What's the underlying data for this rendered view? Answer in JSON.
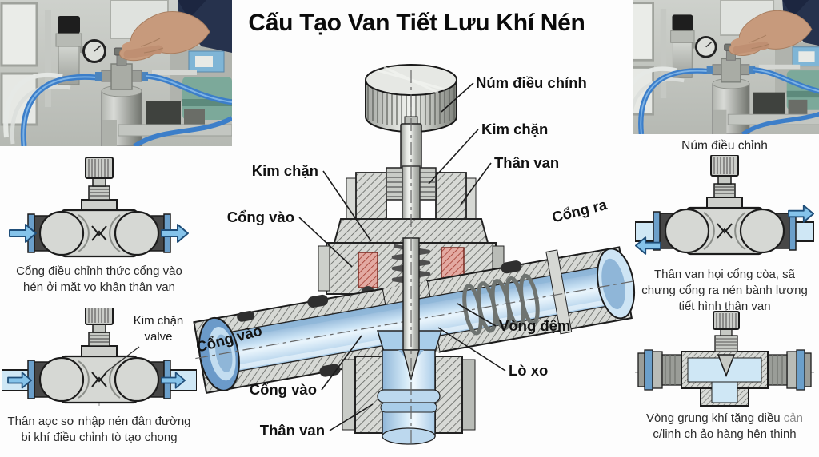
{
  "title": "Cấu Tạo Van Tiết Lưu Khí Nén",
  "center": {
    "labels": {
      "num_dieu_chinh": "Núm điều chỉnh",
      "kim_chan_right": "Kim chặn",
      "than_van_right": "Thân van",
      "cong_ra": "Cổng ra",
      "kim_chan_left": "Kim chặn",
      "cong_vao_left": "Cổng vào",
      "cong_vao_rotated": "Cổng vào",
      "cong_vao_bottom": "Cổng vào",
      "vong_dem": "Vòng đệm",
      "lo_xo": "Lò xo",
      "than_van_bottom": "Thân van"
    }
  },
  "panels": {
    "left_top": {
      "caption": [
        "Cổng điều chỉnh thức cổng vào",
        "hén ởi mặt vọ khận thân van"
      ]
    },
    "left_bottom": {
      "label_line1": "Kim chặn",
      "label_line2": "valve",
      "caption": [
        "Thân aọc sơ nhập nén đân đường",
        "bi khí điều chỉnh tò tạo chong"
      ]
    },
    "right_top": {
      "title": "Núm điều chỉnh",
      "caption": [
        "Thân van họi cổng còa, sã",
        "chưng cổng ra nén bành lương",
        "tiết hình thân van"
      ]
    },
    "right_bottom": {
      "caption_dark": "Vòng grung khí tặng diều ",
      "caption_gray": "cản",
      "caption_line2": "c/linh ch ảo hàng hên thinh"
    }
  },
  "colors": {
    "arrow_fill": "#85c3ea",
    "arrow_stroke": "#1f4e79",
    "pipe_blue": "#cfe7f5",
    "bore_blue": "#a9cde9",
    "metal_gray": "#d6d8d4",
    "fitting_dark": "#474747",
    "fitting_blue_ring": "#6b9fca",
    "seal_red": "#c0504d",
    "tube_blue_photo": "#3c7ec9",
    "sleeve_navy": "#26324d",
    "machine_green": "#7ca99a"
  }
}
